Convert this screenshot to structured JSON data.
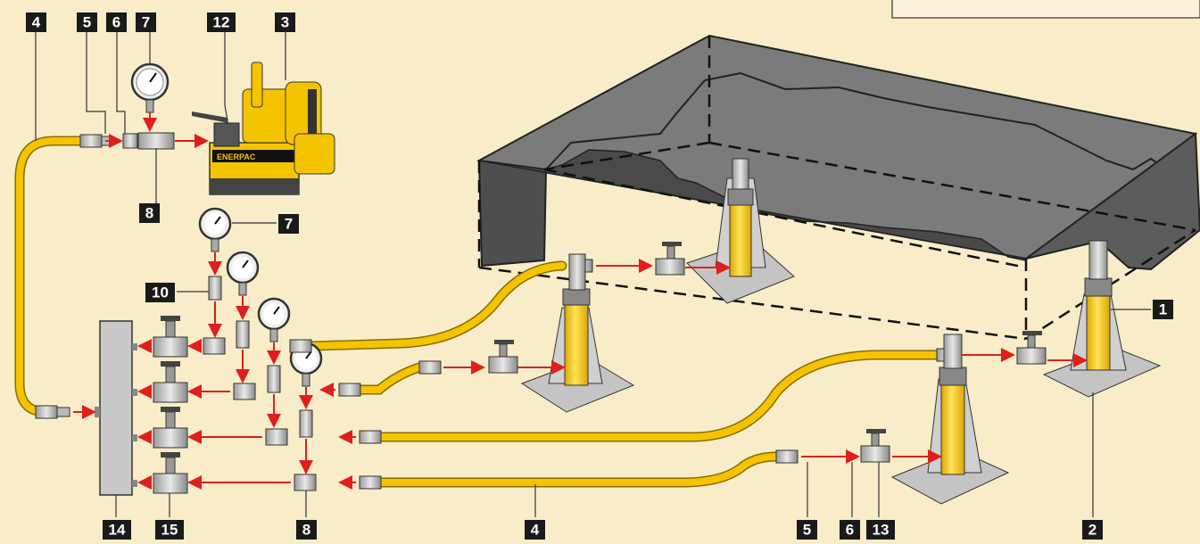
{
  "pump_brand": "ENERPAC",
  "callouts": {
    "top_4": "4",
    "top_5": "5",
    "top_6": "6",
    "top_7": "7",
    "top_12": "12",
    "top_3": "3",
    "top_8": "8",
    "mid_7": "7",
    "mid_10": "10",
    "right_1": "1",
    "bot_14": "14",
    "bot_15": "15",
    "bot_8": "8",
    "bot_4": "4",
    "bot_5": "5",
    "bot_6": "6",
    "bot_13": "13",
    "bot_2": "2"
  },
  "colors": {
    "background": "#f8edc8",
    "hose": "#f5c400",
    "hose_outline": "#b08c00",
    "arrow": "#e01e1e",
    "tag": "#1a1a1a",
    "cylinder": "#f5c400",
    "steel": "#b8b8b8",
    "structure": "#5a5a5a"
  },
  "icons": [
    "pressure-gauge-icon",
    "needle-valve-icon",
    "coupler-icon",
    "electric-pump-icon",
    "cylinder-icon",
    "manifold-icon"
  ]
}
